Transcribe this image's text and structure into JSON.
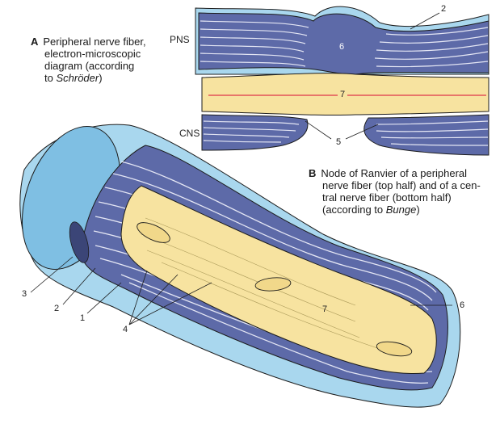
{
  "caption_a": {
    "letter": "A",
    "line1": "Peripheral nerve fiber,",
    "line2": "electron-microscopic",
    "line3": "diagram (according",
    "line4_pre": "to ",
    "line4_author": "Schröder",
    "line4_post": ")"
  },
  "caption_b": {
    "letter": "B",
    "line1": "Node of Ranvier of a peripheral",
    "line2": "nerve fiber (top half) and of a cen-",
    "line3": "tral nerve fiber (bottom half)",
    "line4_pre": "(according to ",
    "line4_author": "Bunge",
    "line4_post": ")"
  },
  "labels": {
    "pns": "PNS",
    "cns": "CNS",
    "b_2": "2",
    "b_6": "6",
    "b_7": "7",
    "b_5": "5",
    "a_1": "1",
    "a_2": "2",
    "a_3": "3",
    "a_4": "4",
    "a_6": "6",
    "a_7": "7"
  },
  "colors": {
    "axon": "#f7e3a0",
    "myelin_dark": "#5d6aa8",
    "myelin_light": "#c9cde6",
    "sheath": "#a9d7ee",
    "outline": "#1c1c1c",
    "axis_line": "#e0344a"
  }
}
